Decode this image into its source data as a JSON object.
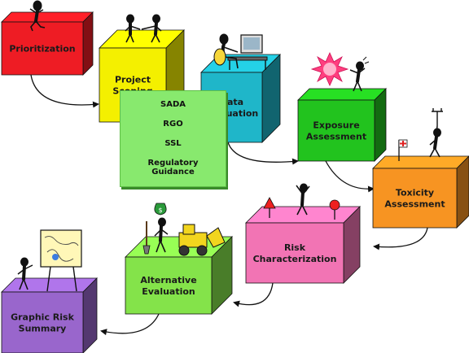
{
  "steps": [
    {
      "name": "prioritization",
      "lines": [
        "Prioritization"
      ],
      "color": "#ee1c24"
    },
    {
      "name": "project-scoping",
      "lines": [
        "Project",
        "Scoping"
      ],
      "color": "#f4f000"
    },
    {
      "name": "data-evaluation",
      "lines": [
        "Data",
        "Evaluation"
      ],
      "color": "#1fb6c9"
    },
    {
      "name": "exposure-assessment",
      "lines": [
        "Exposure",
        "Assessment"
      ],
      "color": "#22c31e"
    },
    {
      "name": "toxicity-assessment",
      "lines": [
        "Toxicity",
        "Assessment"
      ],
      "color": "#f79422"
    },
    {
      "name": "risk-characterization",
      "lines": [
        "Risk",
        "Characterization"
      ],
      "color": "#f274b4"
    },
    {
      "name": "alternative-evaluation",
      "lines": [
        "Alternative",
        "Evaluation"
      ],
      "color": "#84e34a"
    },
    {
      "name": "graphic-risk-summary",
      "lines": [
        "Graphic Risk",
        "Summary"
      ],
      "color": "#9966cc"
    }
  ],
  "panel": {
    "items": [
      "SADA",
      "RGO",
      "SSL",
      "Regulatory Guidance"
    ],
    "color": "#88e96e"
  }
}
